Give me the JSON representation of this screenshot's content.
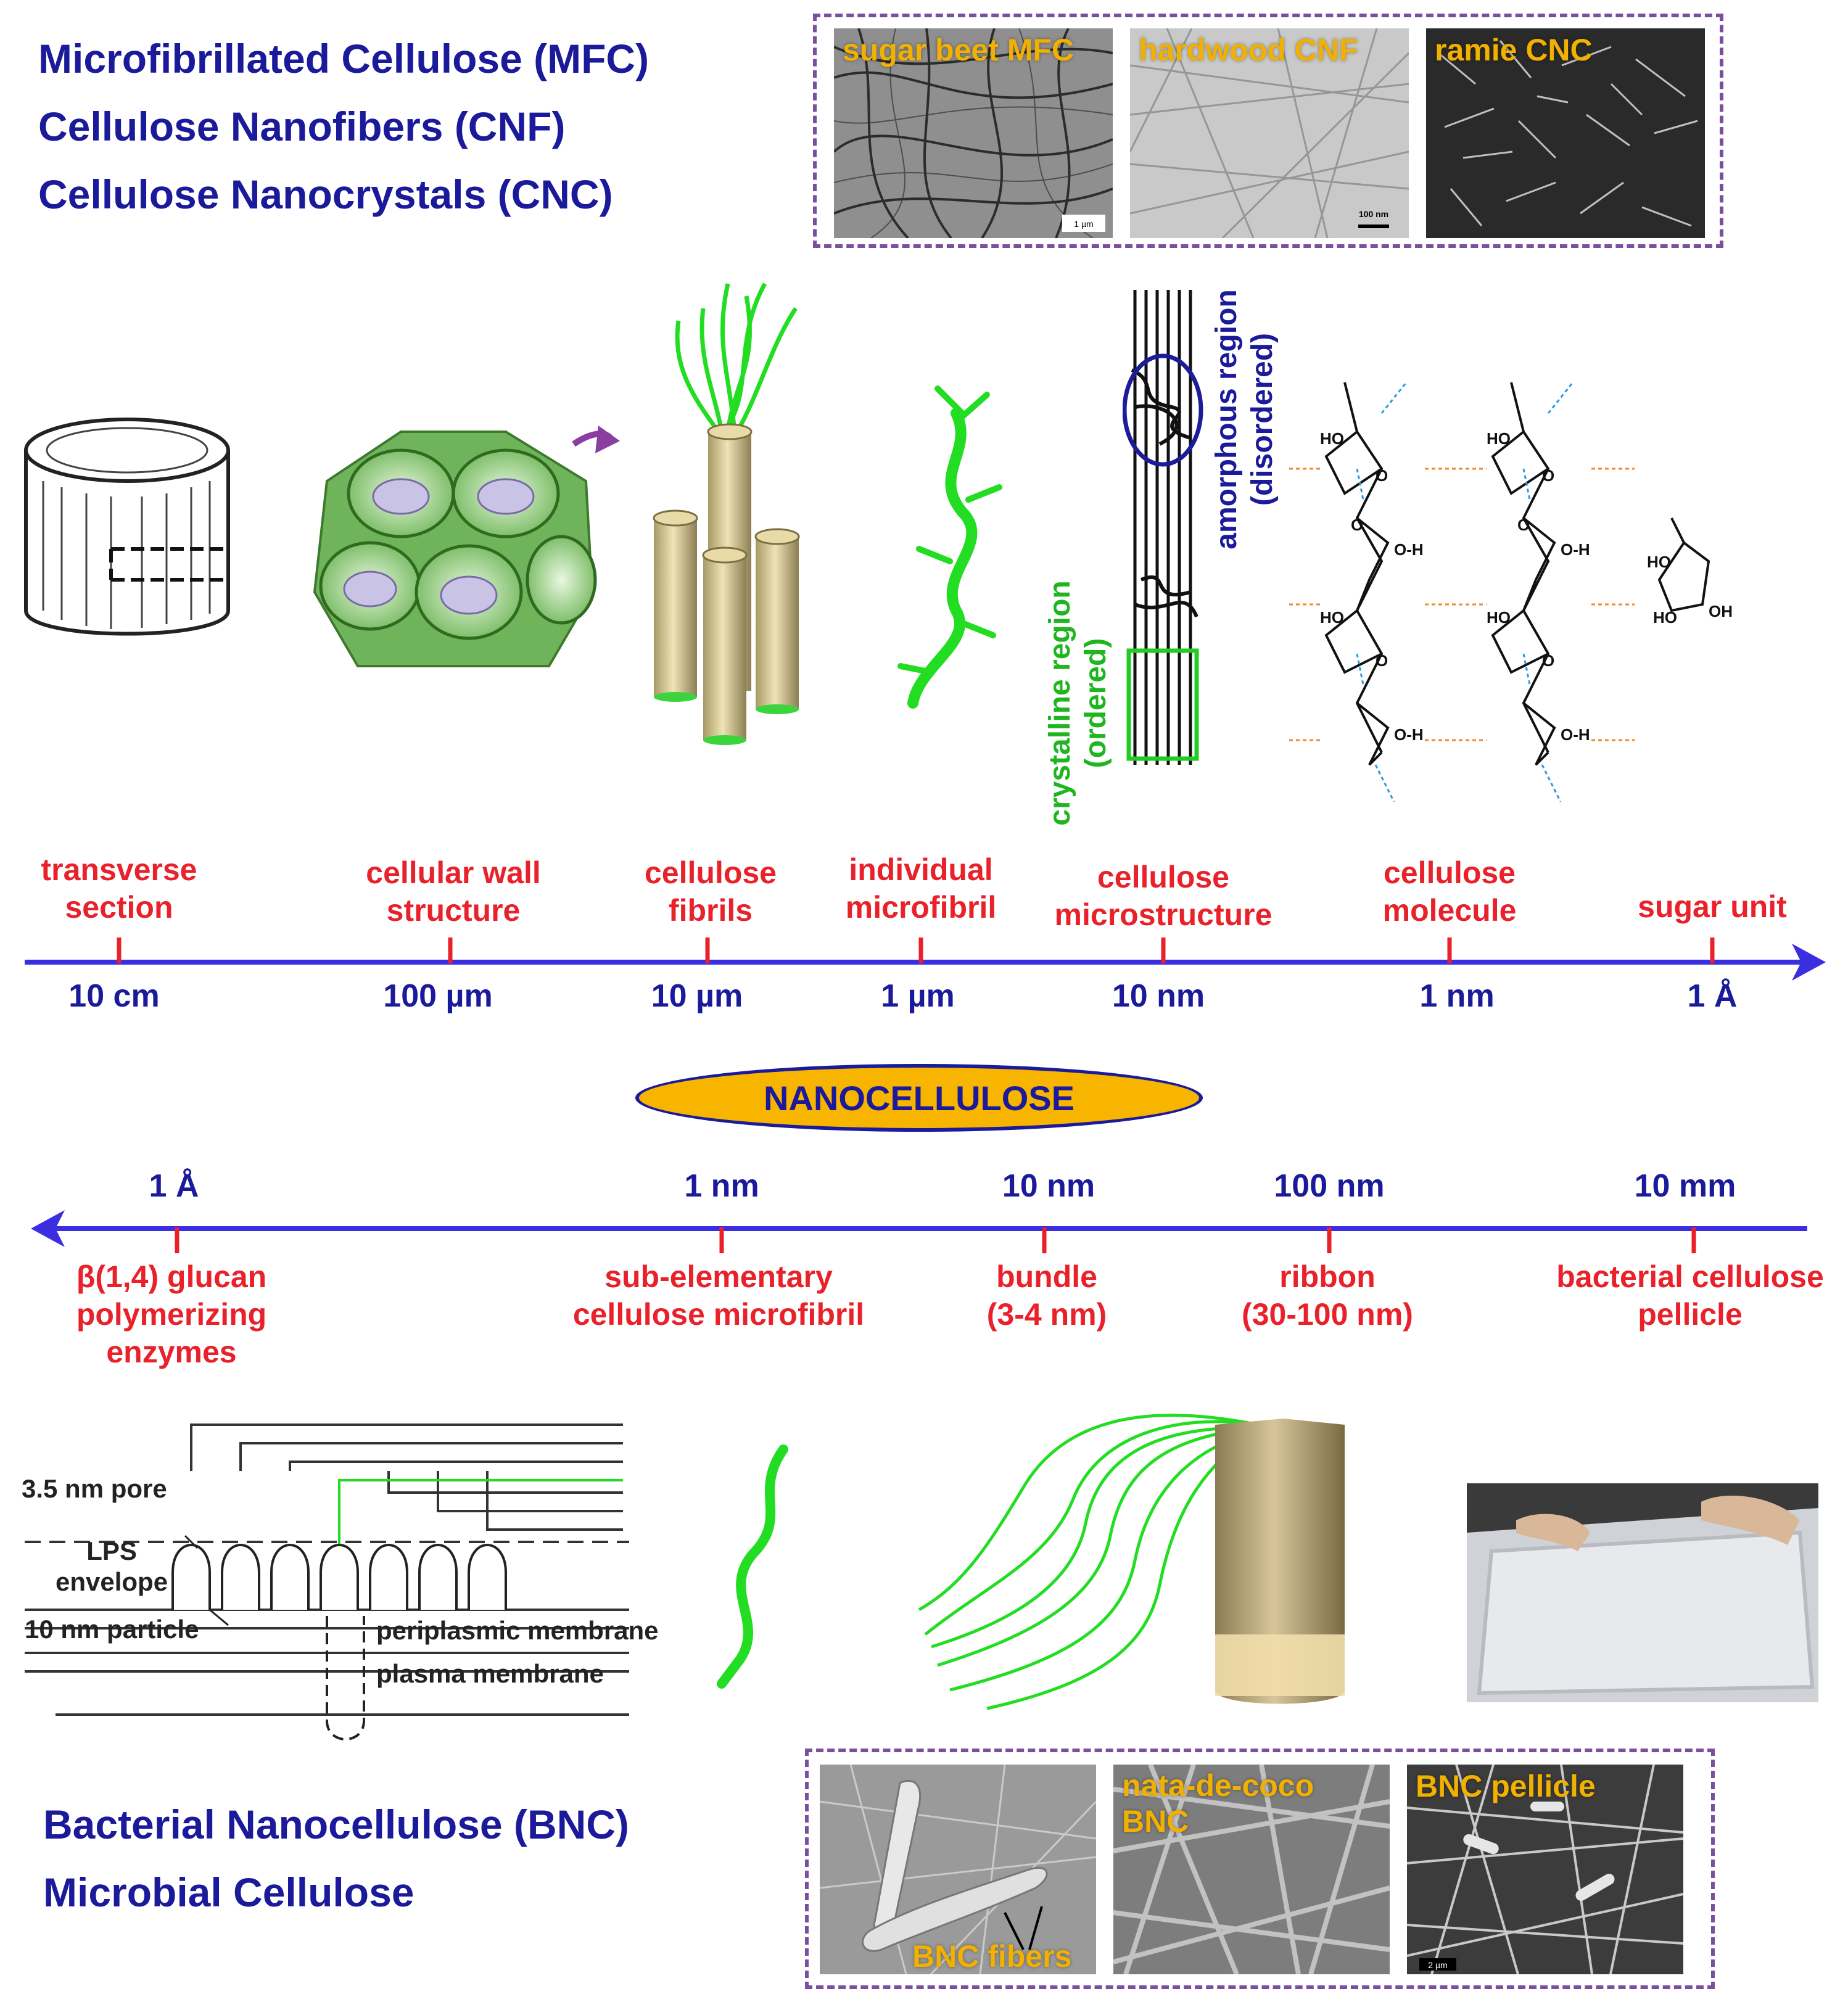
{
  "top_headings": [
    "Microfibrillated Cellulose (MFC)",
    "Cellulose Nanofibers (CNF)",
    "Cellulose Nanocrystals (CNC)"
  ],
  "top_micrographs": [
    {
      "label": "sugar beet MFC",
      "scale": "1 µm"
    },
    {
      "label": "hardwood CNF",
      "scale": "100 nm"
    },
    {
      "label": "ramie CNC",
      "scale": ""
    }
  ],
  "microstructure_labels": {
    "amorphous": [
      "amorphous region",
      "(disordered)"
    ],
    "crystalline": [
      "crystalline region",
      "(ordered)"
    ]
  },
  "top_scale": {
    "items": [
      {
        "label": [
          "transverse",
          "section"
        ],
        "value": "10 cm"
      },
      {
        "label": [
          "cellular wall",
          "structure"
        ],
        "value": "100 µm"
      },
      {
        "label": [
          "cellulose",
          "fibrils"
        ],
        "value": "10 µm"
      },
      {
        "label": [
          "individual",
          "microfibril"
        ],
        "value": "1 µm"
      },
      {
        "label": [
          "cellulose",
          "microstructure"
        ],
        "value": "10 nm"
      },
      {
        "label": [
          "cellulose",
          "molecule"
        ],
        "value": "1 nm"
      },
      {
        "label": [
          "sugar unit"
        ],
        "value": "1 Å"
      }
    ]
  },
  "center_badge": "NANOCELLULOSE",
  "bottom_scale": {
    "items": [
      {
        "label": [
          "β(1,4) glucan",
          "polymerizing",
          "enzymes"
        ],
        "value": "1 Å"
      },
      {
        "label": [
          "sub-elementary",
          "cellulose microfibril"
        ],
        "value": "1 nm"
      },
      {
        "label": [
          "bundle",
          "(3-4 nm)"
        ],
        "value": "10 nm"
      },
      {
        "label": [
          "ribbon",
          "(30-100 nm)"
        ],
        "value": "100 nm"
      },
      {
        "label": [
          "bacterial cellulose",
          "pellicle"
        ],
        "value": "10 mm"
      }
    ]
  },
  "membrane_labels": {
    "pore": "3.5 nm pore",
    "lps": [
      "LPS",
      "envelope"
    ],
    "particle": "10 nm particle",
    "periplasmic": "periplasmic membrane",
    "plasma": "plasma membrane"
  },
  "bottom_micrographs": [
    {
      "label": [
        "BNC fibers"
      ]
    },
    {
      "label": [
        "nata-de-coco",
        "BNC"
      ]
    },
    {
      "label": [
        "BNC pellicle"
      ],
      "scale": "2 µm"
    }
  ],
  "bottom_headings": [
    "Bacterial Nanocellulose (BNC)",
    "Microbial Cellulose"
  ],
  "colors": {
    "heading": "#1a1a9a",
    "label": "#e8212a",
    "axis": "#3a2ee0",
    "badge": "#f7b500",
    "accent_green": "#22dd22",
    "micro_label": "#f2b100"
  }
}
